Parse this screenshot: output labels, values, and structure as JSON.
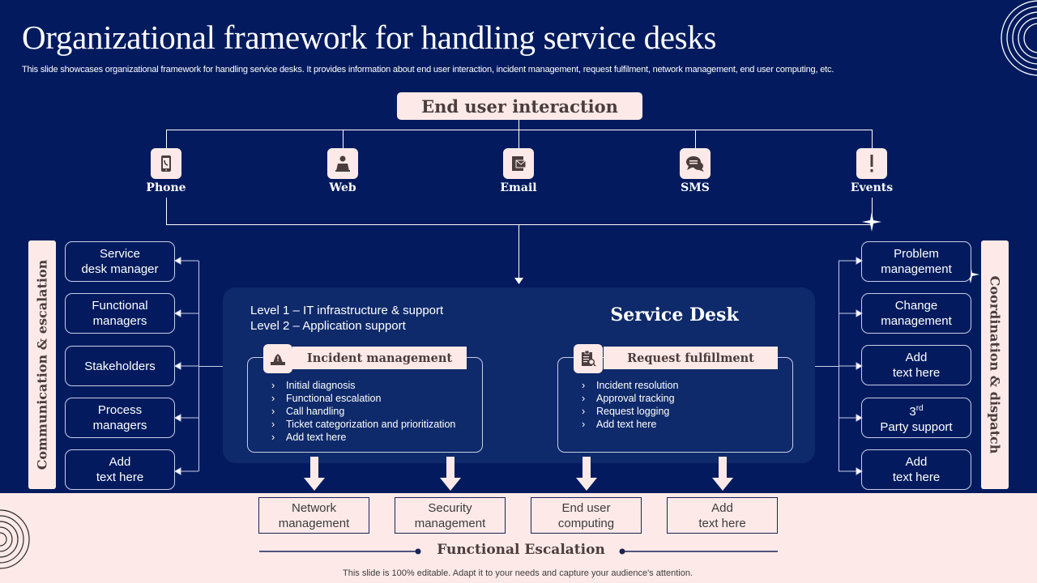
{
  "slide": {
    "title": "Organizational framework for handling service desks",
    "subtitle": "This slide showcases organizational framework for handling service desks. It provides information about end user interaction, incident management, request fulfilment, network management, end user computing, etc.",
    "footer": "This slide is 100% editable. Adapt it to your needs and capture your audience's attention."
  },
  "end_user_interaction": {
    "title": "End user interaction",
    "channels": [
      {
        "label": "Phone",
        "icon": "phone-icon"
      },
      {
        "label": "Web",
        "icon": "web-user-icon"
      },
      {
        "label": "Email",
        "icon": "email-icon"
      },
      {
        "label": "SMS",
        "icon": "chat-bubbles-icon"
      },
      {
        "label": "Events",
        "icon": "exclamation-icon"
      }
    ]
  },
  "left_column": {
    "label": "Communication & escalation",
    "items": [
      "Service\ndesk manager",
      "Functional\nmanagers",
      "Stakeholders",
      "Process\nmanagers",
      "Add\ntext here"
    ]
  },
  "right_column": {
    "label": "Coordination & dispatch",
    "items": [
      "Problem\nmanagement",
      "Change\nmanagement",
      "Add\ntext here",
      "3rd|Party support",
      "Add\ntext here"
    ]
  },
  "service_desk": {
    "title": "Service Desk",
    "levels": [
      "Level 1 – IT infrastructure & support",
      "Level 2 – Application support"
    ],
    "incident_management": {
      "title": "Incident management",
      "items": [
        "Initial diagnosis",
        "Functional escalation",
        "Call handling",
        "Ticket categorization and prioritization",
        "Add text here"
      ]
    },
    "request_fulfillment": {
      "title": "Request fulfillment",
      "items": [
        "Incident resolution",
        "Approval tracking",
        "Request logging",
        "Add text here"
      ]
    }
  },
  "functional_escalation": {
    "label": "Functional Escalation",
    "items": [
      "Network\nmanagement",
      "Security\nmanagement",
      "End user\ncomputing",
      "Add\ntext here"
    ]
  },
  "colors": {
    "background_navy": "#031b5e",
    "panel_navy": "#0f2a6b",
    "accent_pink": "#fdeae8",
    "text_dark": "#4a3d3d"
  }
}
